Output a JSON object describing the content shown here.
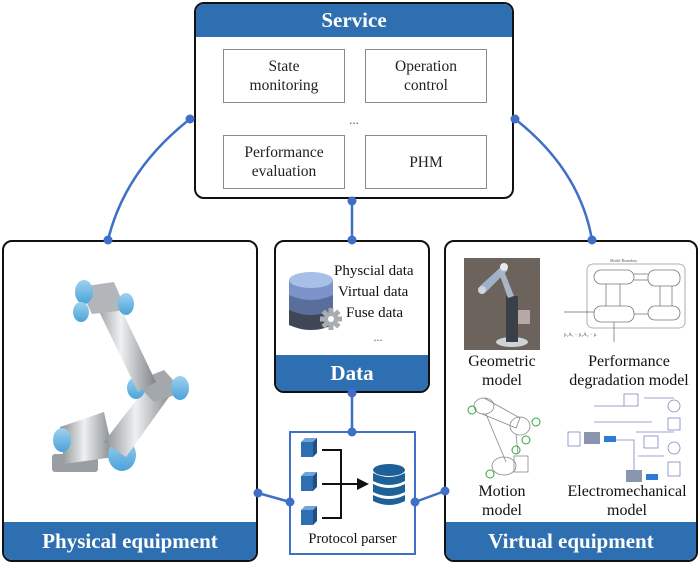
{
  "service": {
    "title": "Service",
    "items": [
      "State monitoring",
      "Operation control",
      "Performance evaluation",
      "PHM"
    ],
    "ellipsis": "..."
  },
  "data_panel": {
    "title": "Data",
    "items": [
      "Physcial data",
      "Virtual data",
      "Fuse data"
    ],
    "ellipsis": "...",
    "icon": "database-gear-icon"
  },
  "protocol": {
    "label": "Protocol parser",
    "icon": "database-icon"
  },
  "physical": {
    "title": "Physical equipment",
    "image": "robot-arm-photo"
  },
  "virtual": {
    "title": "Virtual equipment",
    "models": [
      {
        "line1": "Geometric",
        "line2": "model"
      },
      {
        "line1": "Performance",
        "line2": "degradation model"
      },
      {
        "line1": "Motion",
        "line2": "model"
      },
      {
        "line1": "Electromechanical",
        "line2": "model"
      }
    ]
  },
  "colors": {
    "accent": "#2e6fb1",
    "connector": "#3f6fc6",
    "robot_joint": "#6eb6e3"
  }
}
